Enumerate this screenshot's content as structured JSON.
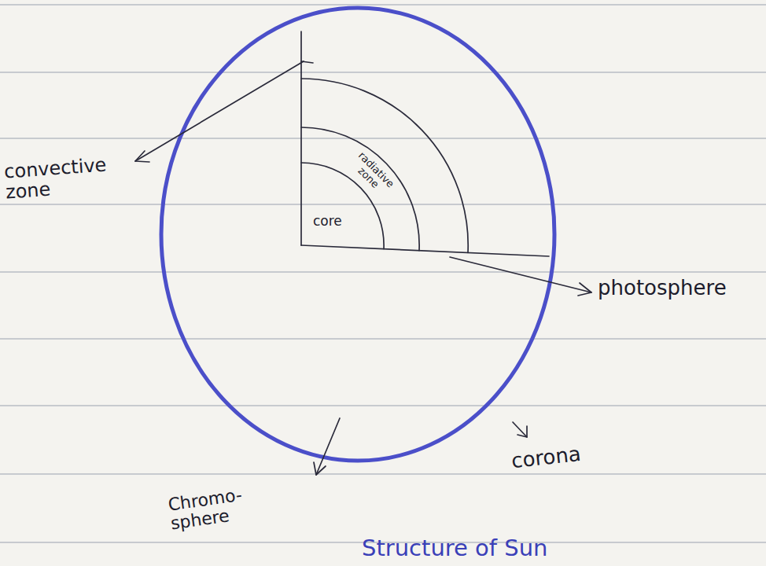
{
  "diagram": {
    "title": "Structure of Sun",
    "labels": [
      "convective zone",
      "radiative zone",
      "core",
      "photosphere",
      "Chromo- sphere",
      "corona"
    ]
  }
}
